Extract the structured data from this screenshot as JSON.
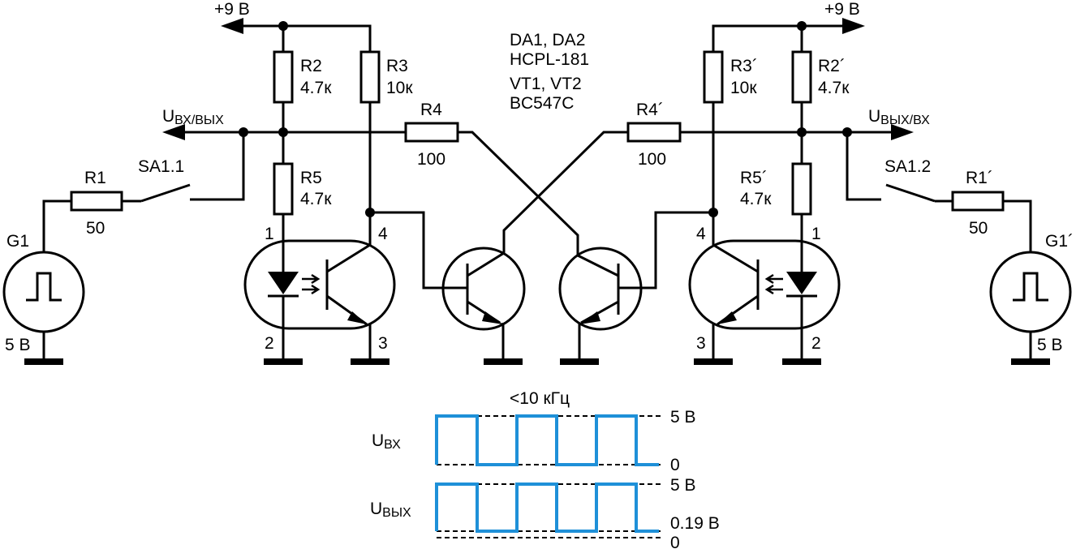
{
  "supply": {
    "left": "+9 В",
    "right": "+9 В"
  },
  "notes": {
    "line1": "DA1, DA2",
    "line2": "HCPL-181",
    "line3": "VT1, VT2",
    "line4": "BC547C"
  },
  "ports": {
    "left": {
      "main": "U",
      "sub": "ВХ/ВЫХ"
    },
    "right": {
      "main": "U",
      "sub": "ВЫХ/ВХ"
    }
  },
  "components": {
    "R1": {
      "name": "R1",
      "value": "50"
    },
    "R2": {
      "name": "R2",
      "value": "4.7к"
    },
    "R3": {
      "name": "R3",
      "value": "10к"
    },
    "R4": {
      "name": "R4",
      "value": "100"
    },
    "R5": {
      "name": "R5",
      "value": "4.7к"
    },
    "R1p": {
      "name": "R1´",
      "value": "50"
    },
    "R2p": {
      "name": "R2´",
      "value": "4.7к"
    },
    "R3p": {
      "name": "R3´",
      "value": "10к"
    },
    "R4p": {
      "name": "R4´",
      "value": "100"
    },
    "R5p": {
      "name": "R5´",
      "value": "4.7к"
    },
    "SA1": "SA1.1",
    "SA2": "SA1.2",
    "G1": {
      "name": "G1",
      "value": "5 В"
    },
    "G1p": {
      "name": "G1´",
      "value": "5 В"
    }
  },
  "pins": {
    "p1": "1",
    "p2": "2",
    "p3": "3",
    "p4": "4"
  },
  "timing": {
    "freq": "<10 кГц",
    "in": {
      "main": "U",
      "sub": "ВХ",
      "high": "5 В",
      "low": "0"
    },
    "out": {
      "main": "U",
      "sub": "ВЫХ",
      "high": "5 В",
      "low": "0.19 В",
      "zero": "0"
    },
    "color": "#1e90d8"
  }
}
